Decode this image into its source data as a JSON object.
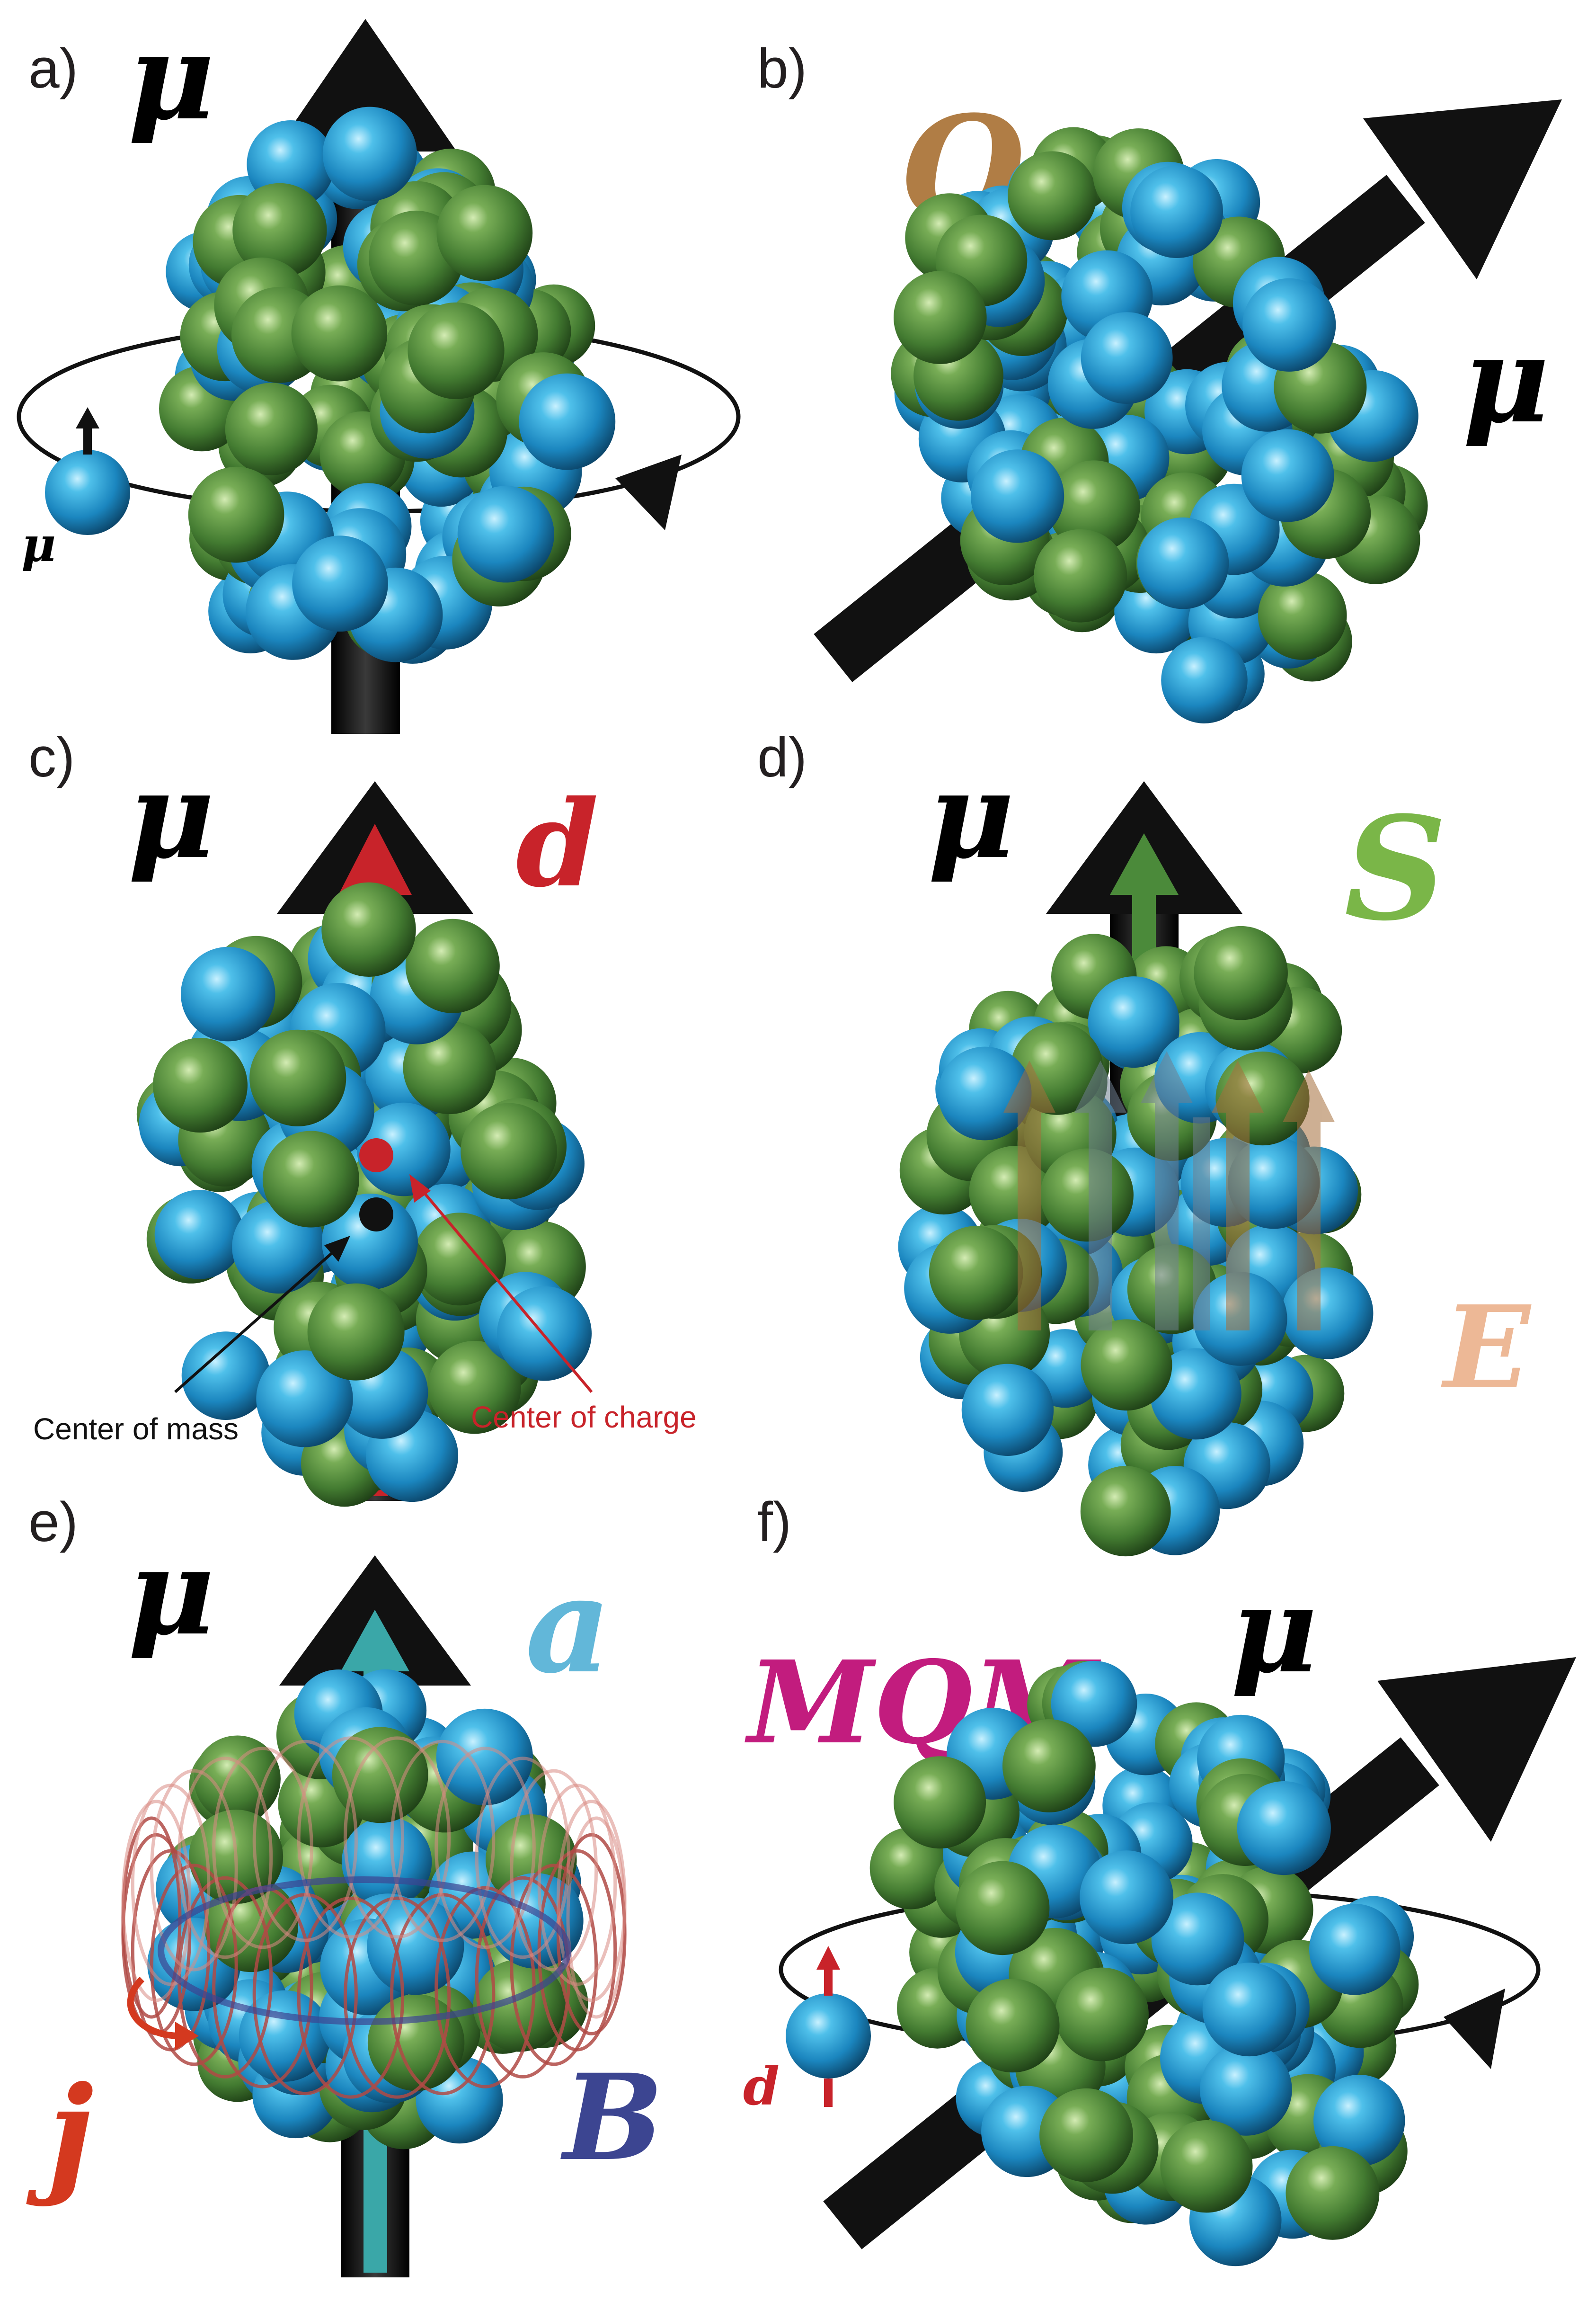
{
  "colors": {
    "proton": "#1e8fc6",
    "neutron": "#4b8a3a",
    "arrow": "#111111",
    "edm": "#c8232a",
    "quadrupole": "#b07d45",
    "schiff": "#7ab648",
    "energy": "#edb896",
    "anapole": "#62b7d9",
    "mqm": "#c21c7e",
    "current": "#d4391f",
    "bfield": "#3c4591",
    "coil": "#c9605a",
    "teal_arrow": "#3aa7a8"
  },
  "panels": [
    {
      "label": "a)",
      "symbols": [
        "μ",
        "μ"
      ]
    },
    {
      "label": "b)",
      "symbols": [
        "Q",
        "μ"
      ]
    },
    {
      "label": "c)",
      "symbols": [
        "μ",
        "d"
      ],
      "annotations": [
        "Center of mass",
        "Center of charge"
      ]
    },
    {
      "label": "d)",
      "symbols": [
        "μ",
        "S",
        "E"
      ]
    },
    {
      "label": "e)",
      "symbols": [
        "μ",
        "a",
        "j",
        "B"
      ]
    },
    {
      "label": "f)",
      "symbols": [
        "MQM",
        "μ",
        "d"
      ]
    }
  ],
  "icons": [
    "nucleus-icon",
    "spin-arrow-icon",
    "orbit-ring-icon",
    "toroidal-coil-icon"
  ]
}
